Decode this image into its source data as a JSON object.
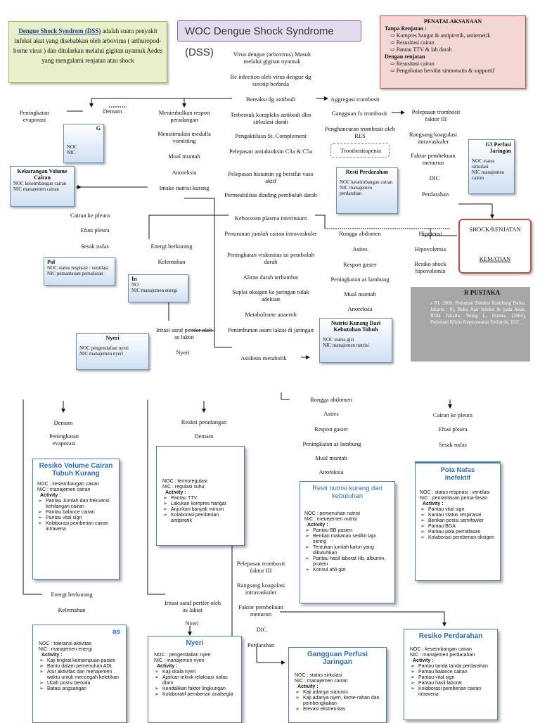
{
  "woc_title": "WOC Dengue Shock Syndrome (DSS)",
  "definition": {
    "term": "Dengue Shock Syndrom (DSS)",
    "text": " adalah suatu penyakit infeksi akut yang disebabkan oleh arbovirus ( arthuropod-borne virus ) dan ditularkan melalui gigitan nyamuk Aedes yang mengalami renjatan atau shock"
  },
  "penatalaksanaan": {
    "title": "PENATALAKSANAAN",
    "no_shock_header": "Tanpa Renjatan :",
    "no_shock_items": [
      "Kompres hangat & antipiretik, antiemetik",
      "Resusitasi cairan",
      "Pantau TTV & lab darah"
    ],
    "shock_header": "Dengan renjatan",
    "shock_items": [
      "Resusitasi cairan",
      "Pengobatan bersifat simtomatis & supportif"
    ]
  },
  "center_flow": [
    "Virus dengue (arbovirus) Masuk melalui gigitan nyamuk",
    "Re infection oleh virus dengue dg serotip berbeda",
    "Bereaksi dg antibodi",
    "Terbentuk kompleks antibodi dlm sirkulasi darah",
    "Pengaktifasn St. Complement",
    "Pelepasan antiaktoksin C3a & C5a",
    "Pelepasan histamin yg bersifat vaso aktif",
    "Permeabilitas dinding pembuluh darah",
    "Kebocoran plasma intertisium",
    "Penurunan jumlah cairan intravaskuler",
    "Peningkatan viskositas isi pembuluh darah",
    "Aliran darah terhambat",
    "Suplai oksigen ke jaringan tidak adekuat",
    "Metabolisme anaerob",
    "Penimbunan asam laktat di jaringan",
    "Asidosis metabolik"
  ],
  "left_flow": {
    "peningkatan_evaporasi": "Peningkatan evaporasi",
    "demam": "Demam",
    "menimbulkan": "Menimbulkan respon peradangan",
    "menstimulasi": "Menstimulasi medulla vomitting",
    "mual": "Mual muntah",
    "anoreksia": "Anoreksia",
    "intake": "Intake nutrisi kurang",
    "cairan_pleura": "Cairan ke pleura",
    "efusi": "Efusi pleura",
    "sesak": "Sesak nafas",
    "energi": "Energi berkurang",
    "kelemahan": "Kelemahan",
    "iritasi": "Iritasi saraf perifer oleh as laktat",
    "nyeri": "Nyeri"
  },
  "right_flow": {
    "agregasi": "Aggregasi trombosit",
    "gangguan_fx": "Gangguan fx trombosit",
    "pelepasan_trombosit": "Pelepasan trombosit faktor III",
    "penghancuran": "Penghancuran trombosit oleh RES",
    "rangsang": "Rangsang koagulasi intravaskuler",
    "trombositopenia": "Trombositopenia",
    "faktor": "Faktor pembekuan menurun",
    "dic": "DIC",
    "perdarahan": "Perdarahan",
    "rongga": "Rongga abdomen",
    "asites": "Asites",
    "respon_gaster": "Respon gaster",
    "peningkatan_as": "Peningkatan as lambung",
    "mual": "Mual muntah",
    "anoreksia": "Anoreksia",
    "hipotensi": "Hipotensi",
    "hipovolemia": "Hipovolemia",
    "resiko_shock": "Resiko shock hipovolemia",
    "shock": "SHOCK/RENJATAN",
    "kematian": "KEMATIAN"
  },
  "small_boxes": {
    "kekurangan": {
      "title": "Kekurangan Volume Cairan",
      "noc": "NOC keseimbangan cairan",
      "nic": "NIC manajemen cairan"
    },
    "partial_top": {
      "title": "G",
      "noc": "NOC",
      "nic": "NIC"
    },
    "pola": {
      "title": "Pol",
      "noc": "NOC status respirasi : ventilasi",
      "nic": "NIC pemantauan pernafasan"
    },
    "intol": {
      "title": "In",
      "noc": "NO",
      "nic": "NIC manajemen energi"
    },
    "nyeri": {
      "title": "Nyeri",
      "noc": "NOC pengendalian nyeri",
      "nic": "NIC manajemen nyeri"
    },
    "resti_perdarahan": {
      "title": "Resti Perdarahan",
      "noc": "NOC keseimbangan cairan",
      "nic": "NIC manajemen perdarahan"
    },
    "nutrisi": {
      "title": "Nutrisi Kurang Dari Kebutuhan Tubuh",
      "noc": "NOC status gizi",
      "nic": "NIC manajemen nutrisi"
    },
    "perfusi": {
      "title": "G3 Perfusi Jaringan",
      "noc": "NOC status sirkulasi",
      "nic": "NIC manajemen cairan"
    }
  },
  "pustaka": {
    "title": "R PUSTAKA",
    "text": "a RI. 2000. Pedoman Deteksi Kembang Balita. Jakarta : 8), Buku Ajar Infeksi & pada Anak, IDAI Jakarta. Wong L. Donna, (2004), Pedoman Klinis Keperawatan Pediatrik, EGC."
  },
  "bottom_labels": {
    "demam": "Demam",
    "peningkatan_evaporasi": "Peningkatan evaporasi",
    "reaksi": "Reaksi peradangan",
    "demam2": "Demam",
    "rongga": "Rongga abdomen",
    "asites": "Asites",
    "respon": "Respon gaster",
    "peningkatan_as": "Peningkatan as lambung",
    "mual": "Mual muntah",
    "anoreksia": "Anoreksia",
    "cairan": "Cairan ke pleura",
    "efusi": "Efusi pleura",
    "sesak": "Sesak nafas",
    "pelepasan": "Pelepasan trombosit faktor III",
    "rangsang": "Rangsang koagulasi intravaskuler",
    "faktor": "Faktor pembekuan menurun",
    "dic": "DIC",
    "perdarahan": "Perdarahan",
    "energi": "Energi berkurang",
    "kelemahan": "Kelemahan",
    "iritasi": "Iritasi saraf perifer oleh as laktat",
    "nyeri": "Nyeri"
  },
  "care_resiko_volume": {
    "title": "Resiko Volume Cairan Tubuh Kurang",
    "noc": "NOC : keseimbangan cairan",
    "nic": "NIC : manajemen cairan",
    "activity": "Activity :",
    "items": [
      "Pantau Jumlah dan frekuensi kehilangan cairan",
      "Pantau balance cairan",
      "Pantau vital sign",
      "Kolaborasi pemberian cairan intravena"
    ]
  },
  "care_hipertermi": {
    "noc": "NOC : termoregulasi",
    "nic": "NIC : regulasi suhu",
    "activity": "Activity :",
    "items": [
      "Pantau TTV",
      "Lakukan kompres hangat",
      "Anjurkan banyak minum",
      "Kolaborasi pemberian antipiretik"
    ]
  },
  "care_nutrisi": {
    "title": "Resti nutrisi kurang dari kebutuhan",
    "noc": "NOC : pemenuhan nutrisi",
    "nic": "NIC : menejemen nutrisi",
    "activity": "Activity :",
    "items": [
      "Pantau BB pasien",
      "Berikan makanan sedikit tapi sering",
      "Tentukan jumlah kalori yang dibutuhkan",
      "Pantau hasil laborat Hb, albumin, protein",
      "Konsul ahli gizi"
    ]
  },
  "care_pola": {
    "title": "Pola Nafas Inefektif",
    "noc": "NOC : status respirasi : ventilasi",
    "nic": "NIC : pemantauan perna-fasan",
    "activity": "Activity :",
    "items": [
      "Pantau vital sign",
      "Kantau status respirasai",
      "Berikan posisi semifowler",
      "Pantau BGA",
      "Pantau pola pernafasan",
      "Kolaborasi pemberian oksigen"
    ]
  },
  "care_intoleransi": {
    "title": "as",
    "noc": "NOC : toleransi aktivitas",
    "nic": "NIC : manajemen energi",
    "activity": "Activity :",
    "items": [
      "Kaji tingkat kemampuan pasien",
      "Bantu dalam pemenuhan ADL",
      "Atur aktivitas dan menajemen waktu untuk mencegah keletihan",
      "Ubah posisi berkala",
      "Batasi angsangan"
    ]
  },
  "care_nyeri": {
    "title": "Nyeri",
    "noc": "NOC : pengendalian nyeri",
    "nic": "NIC : manajemen nyeri",
    "activity": "Activity :",
    "items": [
      "Kaji skala nyeri",
      "Ajarkan teknik relaksasi nafas dlam",
      "Kendalikan faktor lingkungan",
      "Kolaboratif pemberian analsegia"
    ]
  },
  "care_perfusi": {
    "title": "Gangguan Perfusi Jaringan",
    "noc": "NOC : status sirkulasi",
    "nic": "NIC : manajemen cairan",
    "activity": "Activity :",
    "items": [
      "Kaji adanya sianosis",
      "Kaji adanya nyeri, keme-rahan dan pembengkakan",
      "Elevasi ekstremitas"
    ]
  },
  "care_resiko_perdarahan": {
    "title": "Resiko Perdarahan",
    "noc": "NOC : keseimbangan cairan",
    "nic": "NIC : manajemen perdarahan",
    "activity": "Activity :",
    "items": [
      "Pantau tanda tanda perdarahan",
      "Pantau balance cairan",
      "Pantau vital sign",
      "Pantau hasil laborat",
      "Kolaborasi pemberian cairan intravena"
    ]
  }
}
